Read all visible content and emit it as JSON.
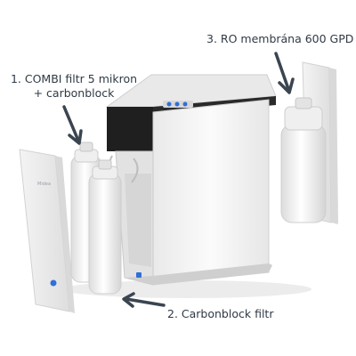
{
  "labels": {
    "combi_line1": "1. COMBI filtr 5 mikron",
    "combi_line2": "+ carbonblock",
    "ro": "3. RO membrána 600 GPD",
    "carbonblock": "2. Carbonblock filtr"
  },
  "colors": {
    "text": "#2f3a45",
    "arrow": "#3a4550",
    "housing": "#f7f7f7",
    "panel": "#ececec",
    "top": "#1f1f1f",
    "accent": "#2f6fd6"
  }
}
